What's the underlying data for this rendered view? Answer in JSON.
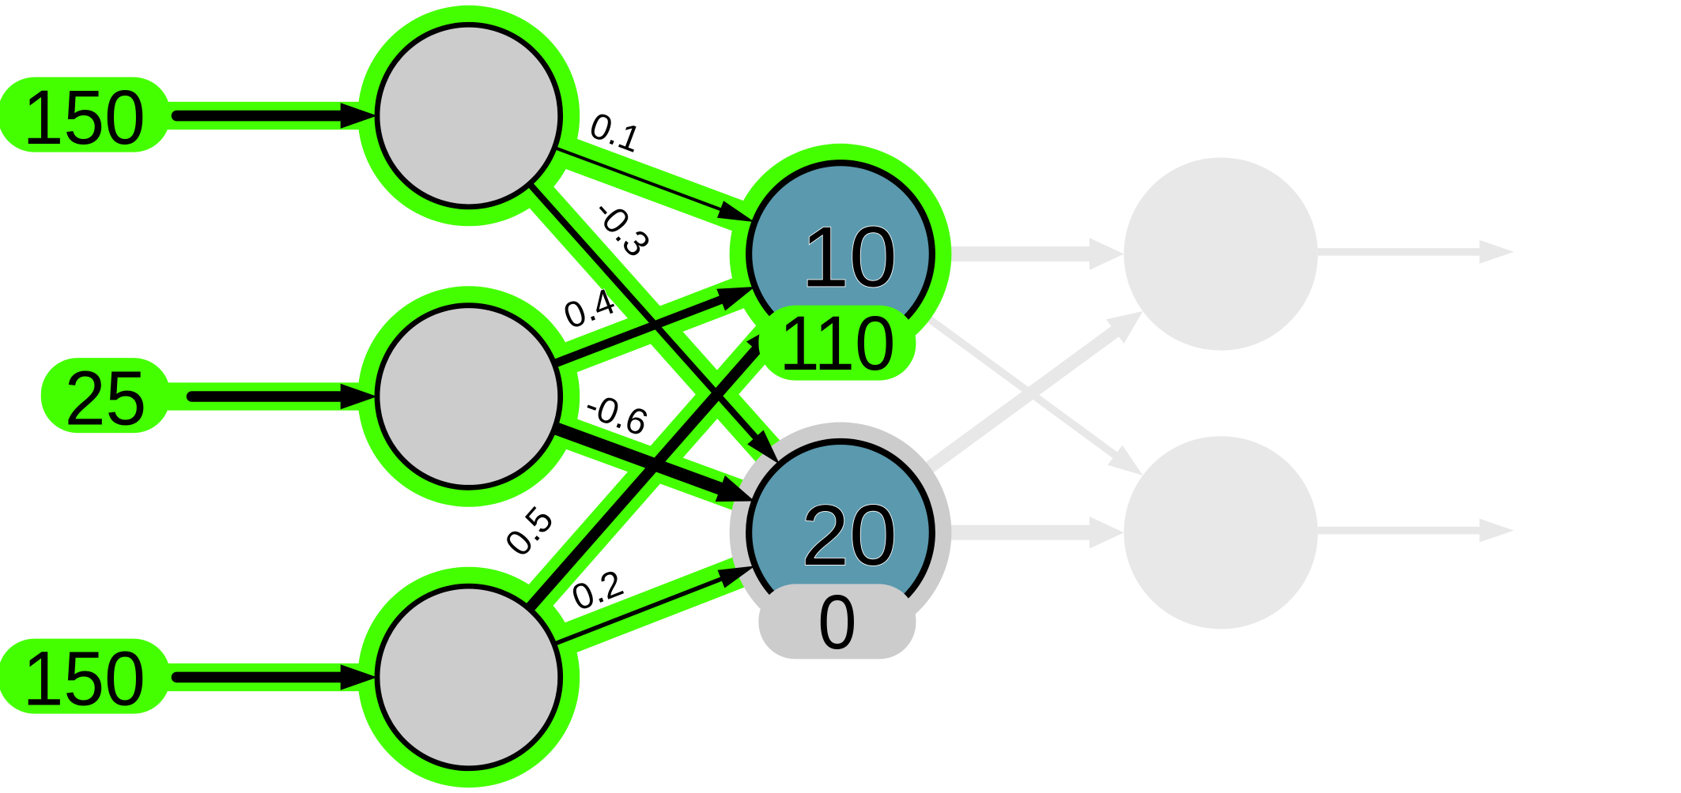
{
  "diagram": {
    "type": "neural-network-forward-pass",
    "colors": {
      "active_highlight": "#44ff00",
      "inactive_highlight": "#cccccc",
      "node_fill": "#cccccc",
      "hidden_node_fill": "#5a99ae",
      "edge": "#000000",
      "faded": "#e8e8e8"
    },
    "input_layer": [
      {
        "id": "in1",
        "value": "150",
        "active": true
      },
      {
        "id": "in2",
        "value": "25",
        "active": true
      },
      {
        "id": "in3",
        "value": "150",
        "active": true
      }
    ],
    "hidden_layer": [
      {
        "id": "h1",
        "bias": "10",
        "output": "110",
        "active": true
      },
      {
        "id": "h2",
        "bias": "20",
        "output": "0",
        "active": false
      }
    ],
    "output_layer": [
      {
        "id": "o1",
        "faded": true
      },
      {
        "id": "o2",
        "faded": true
      }
    ],
    "weights": [
      {
        "from": "in1",
        "to": "h1",
        "label": "0.1",
        "value": 0.1
      },
      {
        "from": "in1",
        "to": "h2",
        "label": "-0.3",
        "value": -0.3
      },
      {
        "from": "in2",
        "to": "h1",
        "label": "0.4",
        "value": 0.4
      },
      {
        "from": "in2",
        "to": "h2",
        "label": "-0.6",
        "value": -0.6
      },
      {
        "from": "in3",
        "to": "h1",
        "label": "0.5",
        "value": 0.5
      },
      {
        "from": "in3",
        "to": "h2",
        "label": "0.2",
        "value": 0.2
      }
    ],
    "faded_edges": [
      {
        "from": "h1",
        "to": "o1"
      },
      {
        "from": "h1",
        "to": "o2"
      },
      {
        "from": "h2",
        "to": "o1"
      },
      {
        "from": "h2",
        "to": "o2"
      }
    ]
  }
}
